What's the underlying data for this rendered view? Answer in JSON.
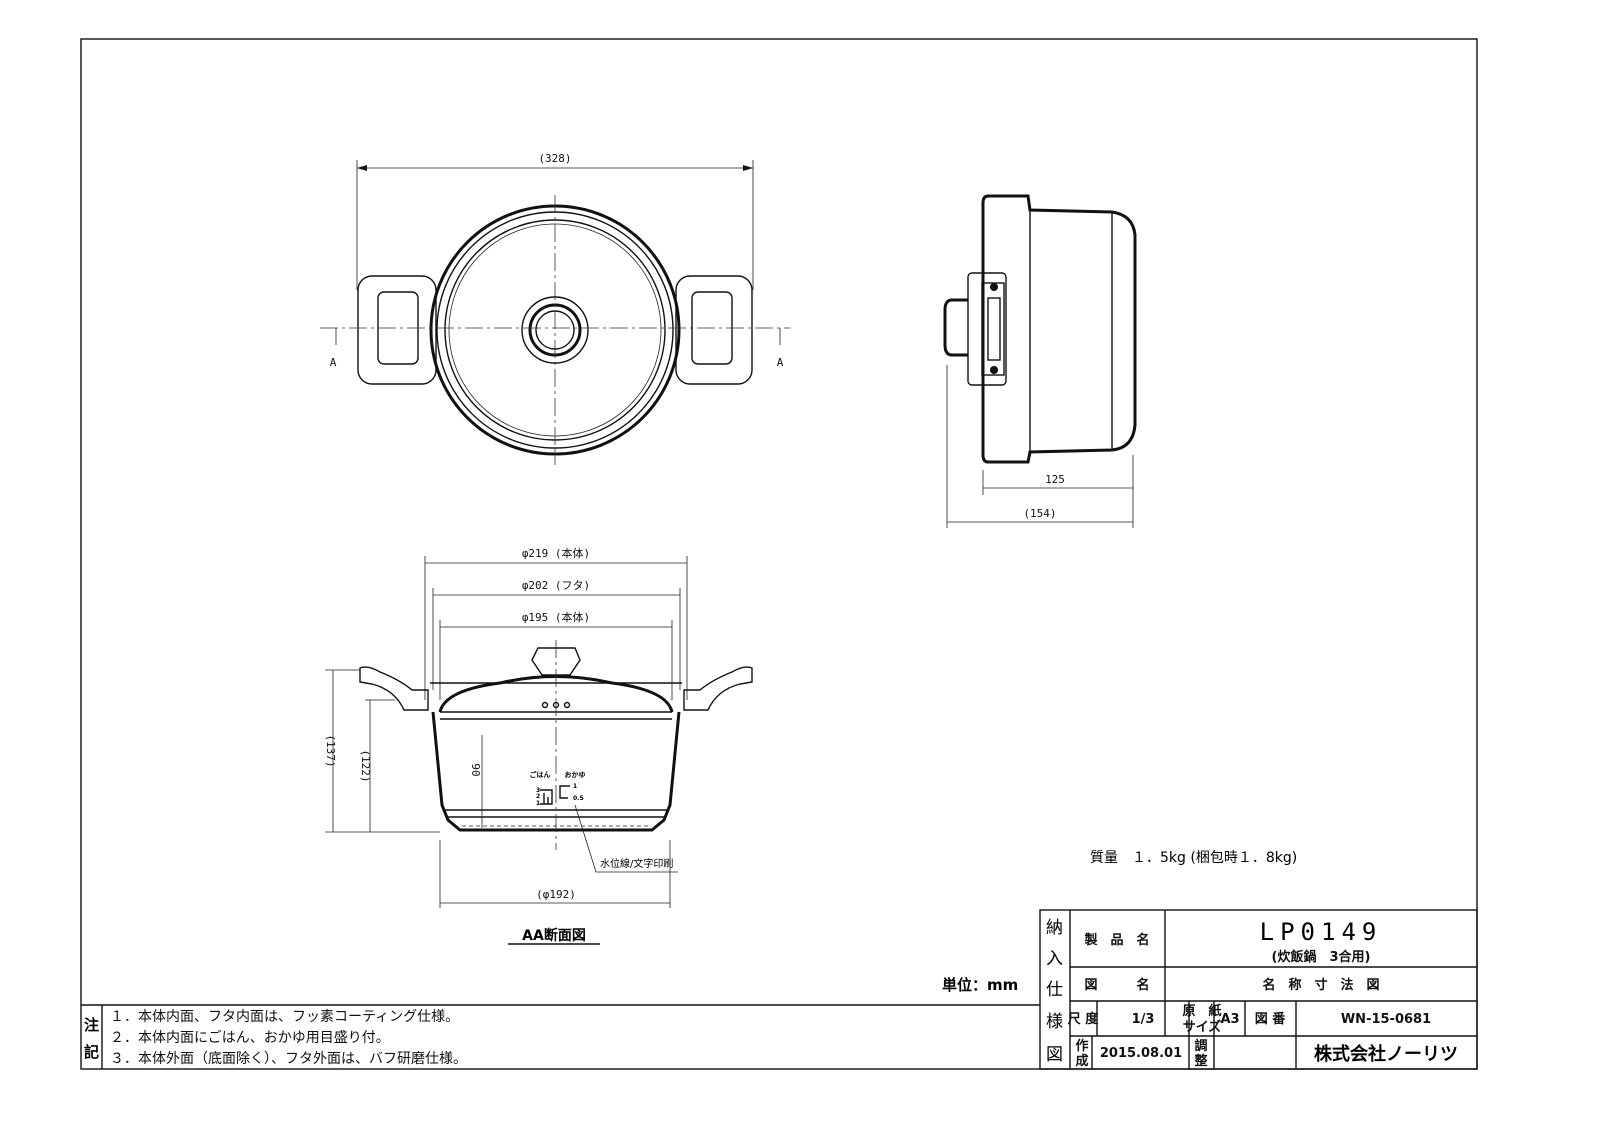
{
  "top_view": {
    "dim_width": "(328)",
    "section_mark_left": "A",
    "section_mark_right": "A"
  },
  "side_view": {
    "dim_body": "125",
    "dim_overall": "(154)"
  },
  "section_view": {
    "dim_body_dia": "φ219 (本体)",
    "dim_lid_dia": "φ202 (フタ)",
    "dim_inner_dia": "φ195 (本体)",
    "dim_bottom_dia": "(φ192)",
    "dim_total_height": "(137)",
    "dim_body_height": "(122)",
    "dim_depth": "90",
    "scale_label_rice": "ごはん",
    "scale_label_porridge": "おかゆ",
    "rice_marks": [
      "3",
      "2",
      "1"
    ],
    "porridge_marks": [
      "1",
      "0.5"
    ],
    "callout": "水位線/文字印刷",
    "title": "AA断面図"
  },
  "mass": "質量　１．5kg (梱包時１．8kg)",
  "unit": "単位：mm",
  "notes": {
    "label": [
      "注",
      "記"
    ],
    "items": [
      "１．本体内面、フタ内面は、フッ素コーティング仕様。",
      "２．本体内面にごはん、おかゆ用目盛り付。",
      "３．本体外面（底面除く）、フタ外面は、バフ研磨仕様。"
    ]
  },
  "title_block": {
    "side_label": [
      "納",
      "入",
      "仕",
      "様",
      "図"
    ],
    "product_name_label": "製　品　名",
    "product_code": "LP0149",
    "product_desc": "(炊飯鍋　3合用)",
    "drawing_name_label": "図　　　名",
    "drawing_name": "名　称　寸　法　図",
    "scale_label": "尺 度",
    "scale": "1/3",
    "paper_label": [
      "原　紙",
      "サイズ"
    ],
    "paper": "A3",
    "drawing_no_label": "図 番",
    "drawing_no": "WN-15-0681",
    "created_label": [
      "作",
      "成"
    ],
    "created_date": "2015.08.01",
    "checked_label": [
      "調",
      "整"
    ],
    "company": "株式会社ノーリツ"
  }
}
